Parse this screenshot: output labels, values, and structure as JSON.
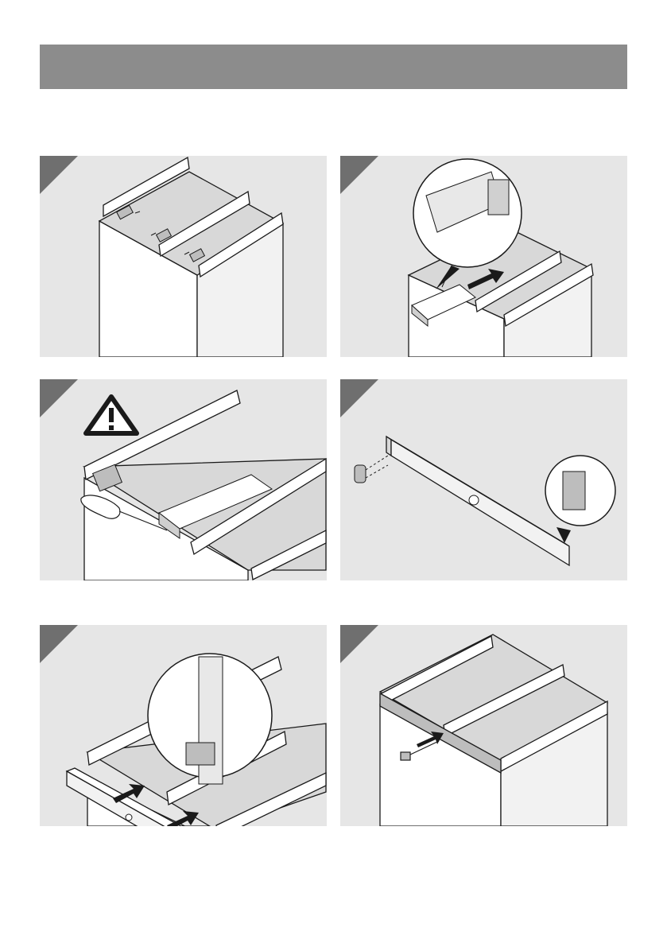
{
  "header": {
    "title": ""
  },
  "colors": {
    "header_bar": "#8c8c8c",
    "panel_bg": "#e6e6e6",
    "step_corner": "#6f6f6f",
    "surface": "#d8d8d8",
    "outline": "#1a1a1a"
  },
  "steps": [
    {
      "id": 1,
      "icon": "cabinet-brackets-icon"
    },
    {
      "id": 2,
      "icon": "slide-insert-icon"
    },
    {
      "id": 3,
      "icon": "screwdriver-warning-icon"
    },
    {
      "id": 4,
      "icon": "front-panel-bracket-icon"
    },
    {
      "id": 5,
      "icon": "attach-front-icon"
    },
    {
      "id": 6,
      "icon": "install-handle-icon"
    }
  ]
}
